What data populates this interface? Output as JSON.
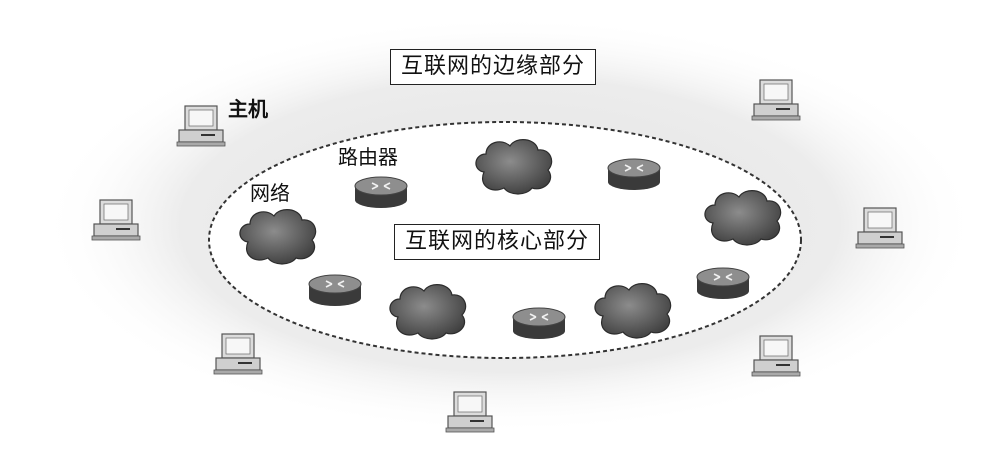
{
  "labels": {
    "edge": "互联网的边缘部分",
    "core": "互联网的核心部分",
    "host": "主机",
    "router": "路由器",
    "network": "网络"
  },
  "legend_items": [
    "host",
    "router",
    "network"
  ],
  "colors": {
    "edge_haze": "#e9e9e9",
    "core_fill": "#ffffff",
    "dashed_outline": "#333333",
    "router_body": "#3d3d3d",
    "router_top": "#8a8a8a",
    "cloud_fill": "#5e5e5e",
    "host_fill": "#d8d8d8"
  },
  "icons": [
    "host-computer-icon",
    "router-icon",
    "network-cloud-icon"
  ]
}
